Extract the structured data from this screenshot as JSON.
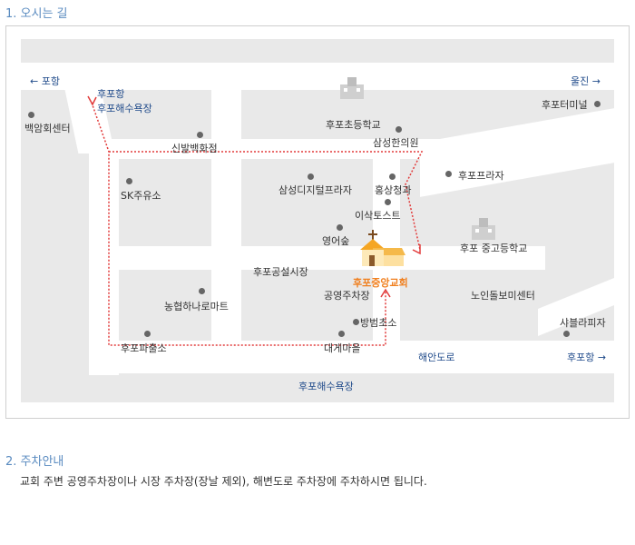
{
  "section1": {
    "title": "1. 오시는 길"
  },
  "section2": {
    "title": "2. 주차안내",
    "notice": "교회 주변 공영주차장이나 시장 주차장(장날 제외), 해변도로 주차장에 주차하시면 됩니다."
  },
  "directions": {
    "pohang_left": "← 포항",
    "uljin_right": "울진 →",
    "pohang_right": "후포항 →"
  },
  "roads": {
    "haean_road": "해안도로",
    "beach_bottom": "후포해수욕장"
  },
  "places": {
    "hupo_port": "후포항",
    "hupo_beach": "후포해수욕장",
    "baekam": "백암회센터",
    "sinbal": "신발백화점",
    "sk": "SK주유소",
    "nonghyup": "농협하나로마트",
    "police": "후포파출소",
    "elementary": "후포초등학교",
    "clinic": "삼성한의원",
    "samsung_digital": "삼성디지털프라자",
    "hongsang": "홍상청과",
    "isak": "이삭토스트",
    "yeongeo": "영어숲",
    "market": "후포공설시장",
    "parking": "공영주차장",
    "bangbeom": "방범초소",
    "daege": "대게마을",
    "church": "후포중앙교회",
    "terminal": "후포터미널",
    "plaza": "후포프라자",
    "high_school": "후포 중고등학교",
    "senior_center": "노인돌보미센터",
    "shabel": "샤블라피자"
  },
  "colors": {
    "map_bg": "#e9e9e9",
    "road": "#ffffff",
    "route": "#e23b3b",
    "church_label": "#f07f1e",
    "blue_label": "#1f4a8a",
    "title": "#5a8bc0"
  }
}
